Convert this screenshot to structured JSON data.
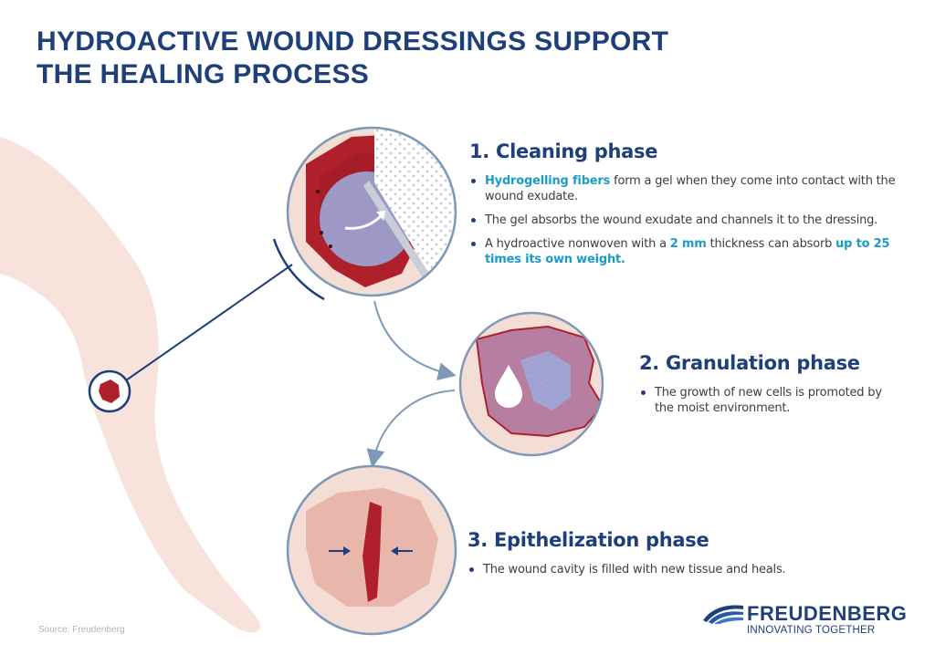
{
  "title": {
    "line1": "HYDROACTIVE WOUND DRESSINGS SUPPORT",
    "line2": "THE HEALING PROCESS"
  },
  "phases": [
    {
      "heading": "1. Cleaning phase",
      "bullets": [
        {
          "parts": [
            {
              "text": "Hydrogelling fibers",
              "highlight": true
            },
            {
              "text": " form a gel when they come into contact with the wound exudate.",
              "highlight": false
            }
          ]
        },
        {
          "parts": [
            {
              "text": "The gel absorbs the wound exudate and channels it to the dressing.",
              "highlight": false
            }
          ]
        },
        {
          "parts": [
            {
              "text": "A hydroactive nonwoven with a ",
              "highlight": false
            },
            {
              "text": "2 mm",
              "highlight": true
            },
            {
              "text": " thickness can absorb ",
              "highlight": false
            },
            {
              "text": "up to 25 times its own weight.",
              "highlight": true
            }
          ]
        }
      ]
    },
    {
      "heading": "2. Granulation phase",
      "bullets": [
        {
          "parts": [
            {
              "text": "The growth of new cells is promoted by the moist environment.",
              "highlight": false
            }
          ]
        }
      ]
    },
    {
      "heading": "3. Epithelization phase",
      "bullets": [
        {
          "parts": [
            {
              "text": "The wound cavity is filled with new tissue and heals.",
              "highlight": false
            }
          ]
        }
      ]
    }
  ],
  "source": "Source: Freudenberg",
  "logo": {
    "word": "FREUDENBERG",
    "tagline": "INNOVATING TOGETHER"
  },
  "colors": {
    "navy": "#1e3f7a",
    "highlight": "#1b9cc8",
    "skin": "#f7e3dc",
    "wound": "#b0202a",
    "granulation": "#b67fa2",
    "circle_stroke": "#7e98b8"
  }
}
